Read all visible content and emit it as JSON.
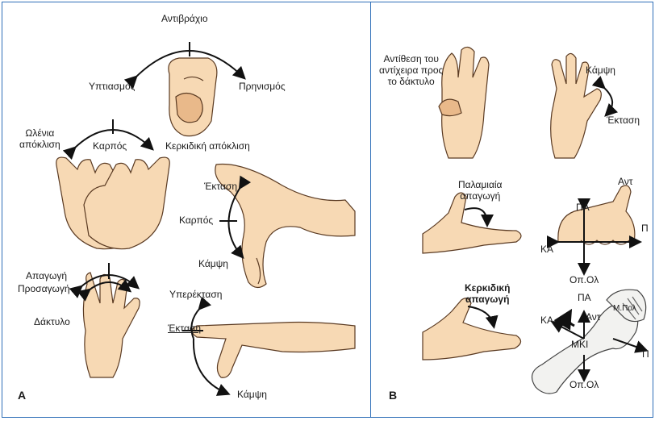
{
  "colors": {
    "frame": "#2f6fb8",
    "skin": "#f7d9b4",
    "skin_shade": "#e9b98a",
    "outline": "#5a3a22",
    "bone": "#f2f2f0"
  },
  "panel_a": {
    "letter": "A",
    "forearm": "Αντιβράχιο",
    "supination": "Υπτιασμός",
    "pronation": "Πρηνισμός",
    "ulnar_deviation": "Ωλένια\nαπόκλιση",
    "wrist_top": "Καρπός",
    "radial_deviation": "Κερκιδική απόκλιση",
    "extension_wrist": "Έκταση",
    "wrist_side": "Καρπός",
    "flexion_wrist": "Κάμψη",
    "abduction": "Απαγωγή",
    "adduction": "Προσαγωγή",
    "finger": "Δάκτυλο",
    "hyperextension": "Υπερέκταση",
    "extension_finger": "Έκταση",
    "flexion_finger": "Κάμψη"
  },
  "panel_b": {
    "letter": "B",
    "opposition": "Αντίθεση του\nαντίχειρα προς\nτο δάκτυλο",
    "flexion": "Κάμψη",
    "extension": "Έκταση",
    "palmar_abduction": "Παλαμιαία\nαπαγωγή",
    "radial_abduction": "Κερκιδική\nαπαγωγή",
    "ant_top": "Αντ",
    "pa_top": "ΠΑ",
    "ka_mid": "ΚΑ",
    "p_mid": "Π",
    "opol_mid": "Οπ.Ολ",
    "pa_bottom": "ΠΑ",
    "ant_bottom": "Αντ",
    "ka_bottom": "ΚΑ",
    "mpol": "Μ.Πολ",
    "mki": "ΜΚΙ",
    "p_bottom": "Π",
    "opol_bottom": "Οπ.Ολ"
  }
}
